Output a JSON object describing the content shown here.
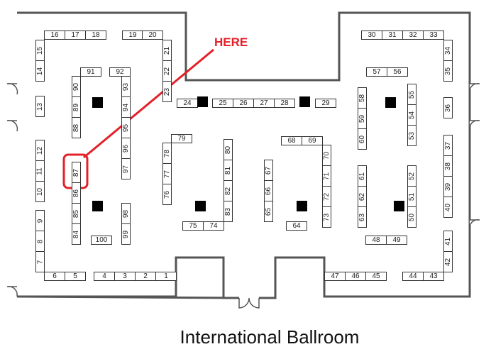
{
  "title": "International Ballroom",
  "annotation": {
    "label": "HERE",
    "target_booth": "87",
    "color": "#e3202a"
  },
  "booths": [
    "1",
    "2",
    "3",
    "4",
    "5",
    "6",
    "7",
    "8",
    "9",
    "10",
    "11",
    "12",
    "13",
    "14",
    "15",
    "16",
    "17",
    "18",
    "19",
    "20",
    "21",
    "22",
    "23",
    "24",
    "25",
    "26",
    "27",
    "28",
    "29",
    "30",
    "31",
    "32",
    "33",
    "34",
    "35",
    "36",
    "37",
    "38",
    "39",
    "40",
    "41",
    "42",
    "43",
    "44",
    "45",
    "46",
    "47",
    "48",
    "49",
    "50",
    "51",
    "52",
    "53",
    "54",
    "55",
    "56",
    "57",
    "58",
    "59",
    "60",
    "61",
    "62",
    "63",
    "64",
    "65",
    "66",
    "67",
    "68",
    "69",
    "70",
    "71",
    "72",
    "73",
    "74",
    "75",
    "76",
    "77",
    "78",
    "79",
    "80",
    "81",
    "82",
    "83",
    "84",
    "85",
    "86",
    "87",
    "88",
    "89",
    "90",
    "91",
    "92",
    "93",
    "94",
    "95",
    "96",
    "97",
    "98",
    "99",
    "100"
  ]
}
